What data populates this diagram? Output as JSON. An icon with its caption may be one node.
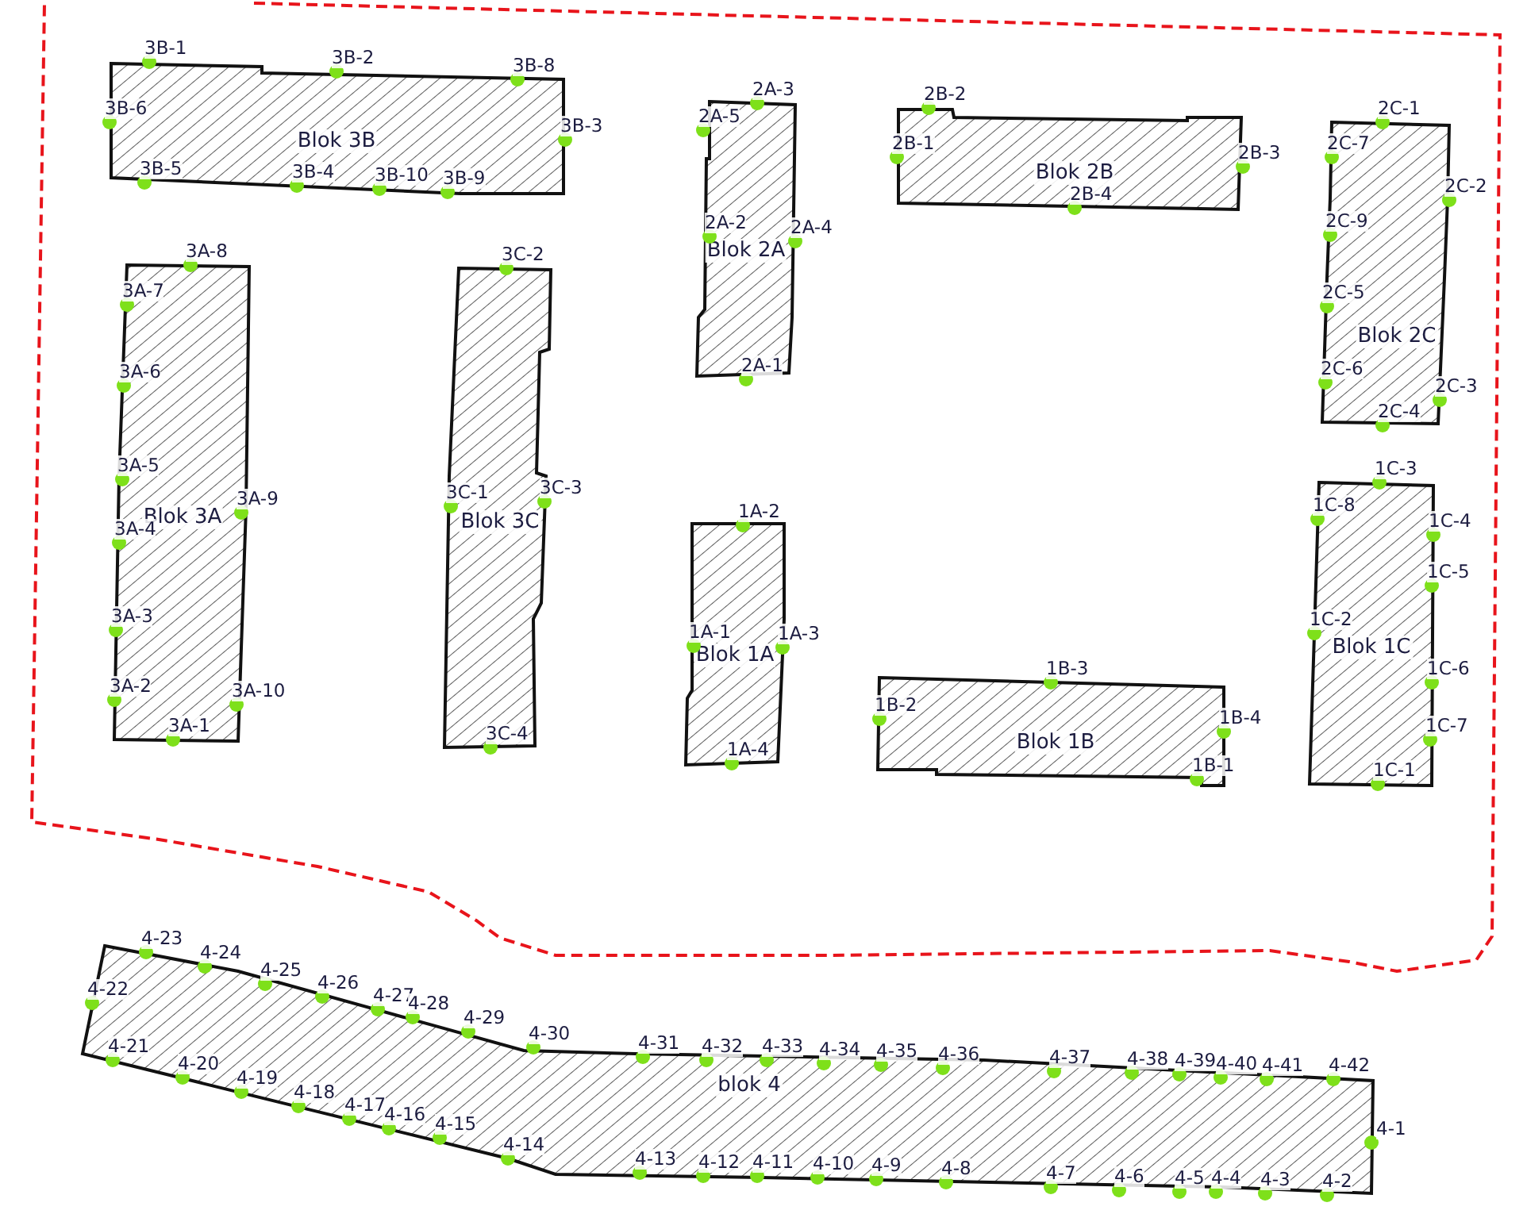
{
  "diagram": {
    "nodes": [
      {
        "text": [
          "Blok 3B"
        ]
      },
      {
        "text": [
          "Blok 2A"
        ]
      },
      {
        "text": [
          "Blok 2B"
        ]
      },
      {
        "text": [
          "Blok 2C"
        ]
      },
      {
        "text": [
          "Blok 3A"
        ]
      },
      {
        "text": [
          "Blok 3C"
        ]
      },
      {
        "text": [
          "Blok 1A"
        ]
      },
      {
        "text": [
          "Blok 1C"
        ]
      },
      {
        "text": [
          "Blok 1B"
        ]
      },
      {
        "text": [
          "blok 4"
        ]
      }
    ],
    "labels": [
      "3B-1",
      "3B-2",
      "3B-8",
      "3B-6",
      "3B-3",
      "3B-5",
      "3B-4",
      "3B-10",
      "3B-9",
      "2A-3",
      "2A-5",
      "2A-2",
      "2A-4",
      "2A-1",
      "2B-2",
      "2B-1",
      "2B-3",
      "2B-4",
      "2C-1",
      "2C-7",
      "2C-2",
      "2C-9",
      "2C-5",
      "2C-6",
      "2C-3",
      "2C-4",
      "3A-8",
      "3A-7",
      "3A-6",
      "3A-5",
      "3A-9",
      "3A-4",
      "3A-3",
      "3A-2",
      "3A-10",
      "3A-1",
      "3C-2",
      "3C-1",
      "3C-3",
      "3C-4",
      "1A-2",
      "1A-1",
      "1A-3",
      "1A-4",
      "1C-3",
      "1C-8",
      "1C-4",
      "1C-5",
      "1C-2",
      "1C-6",
      "1C-7",
      "1C-1",
      "1B-3",
      "1B-2",
      "1B-4",
      "1B-1",
      "4-23",
      "4-24",
      "4-25",
      "4-26",
      "4-27",
      "4-28",
      "4-29",
      "4-30",
      "4-31",
      "4-32",
      "4-33",
      "4-34",
      "4-35",
      "4-36",
      "4-37",
      "4-38",
      "4-39",
      "4-40",
      "4-41",
      "4-42",
      "4-22",
      "4-1",
      "4-21",
      "4-20",
      "4-19",
      "4-18",
      "4-17",
      "4-16",
      "4-15",
      "4-14",
      "4-13",
      "4-12",
      "4-11",
      "4-10",
      "4-9",
      "4-8",
      "4-7",
      "4-6",
      "4-5",
      "4-4",
      "4-3",
      "4-2"
    ]
  }
}
